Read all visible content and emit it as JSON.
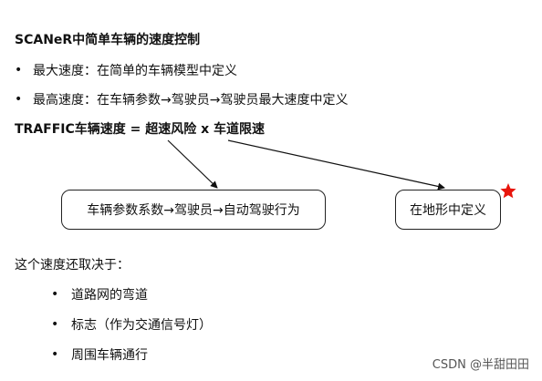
{
  "title": "SCANeR中简单车辆的速度控制",
  "bullets": [
    {
      "text": "最大速度：在简单的车辆模型中定义"
    },
    {
      "text": "最高速度：在车辆参数→驾驶员→驾驶员最大速度中定义"
    }
  ],
  "formula": "TRAFFIC车辆速度 = 超速风险 x 车道限速",
  "boxes": {
    "left": "车辆参数系数→驾驶员→自动驾驶行为",
    "right": "在地形中定义"
  },
  "subtitle": "这个速度还取决于：",
  "sub_bullets": [
    {
      "text": "道路网的弯道"
    },
    {
      "text": "标志（作为交通信号灯）"
    },
    {
      "text": "周围车辆通行"
    }
  ],
  "bullet_symbol": "•",
  "watermark": "CSDN @半甜田田",
  "colors": {
    "star": "#e8150c",
    "text": "#111111"
  },
  "icons": {
    "star": "star-icon"
  }
}
